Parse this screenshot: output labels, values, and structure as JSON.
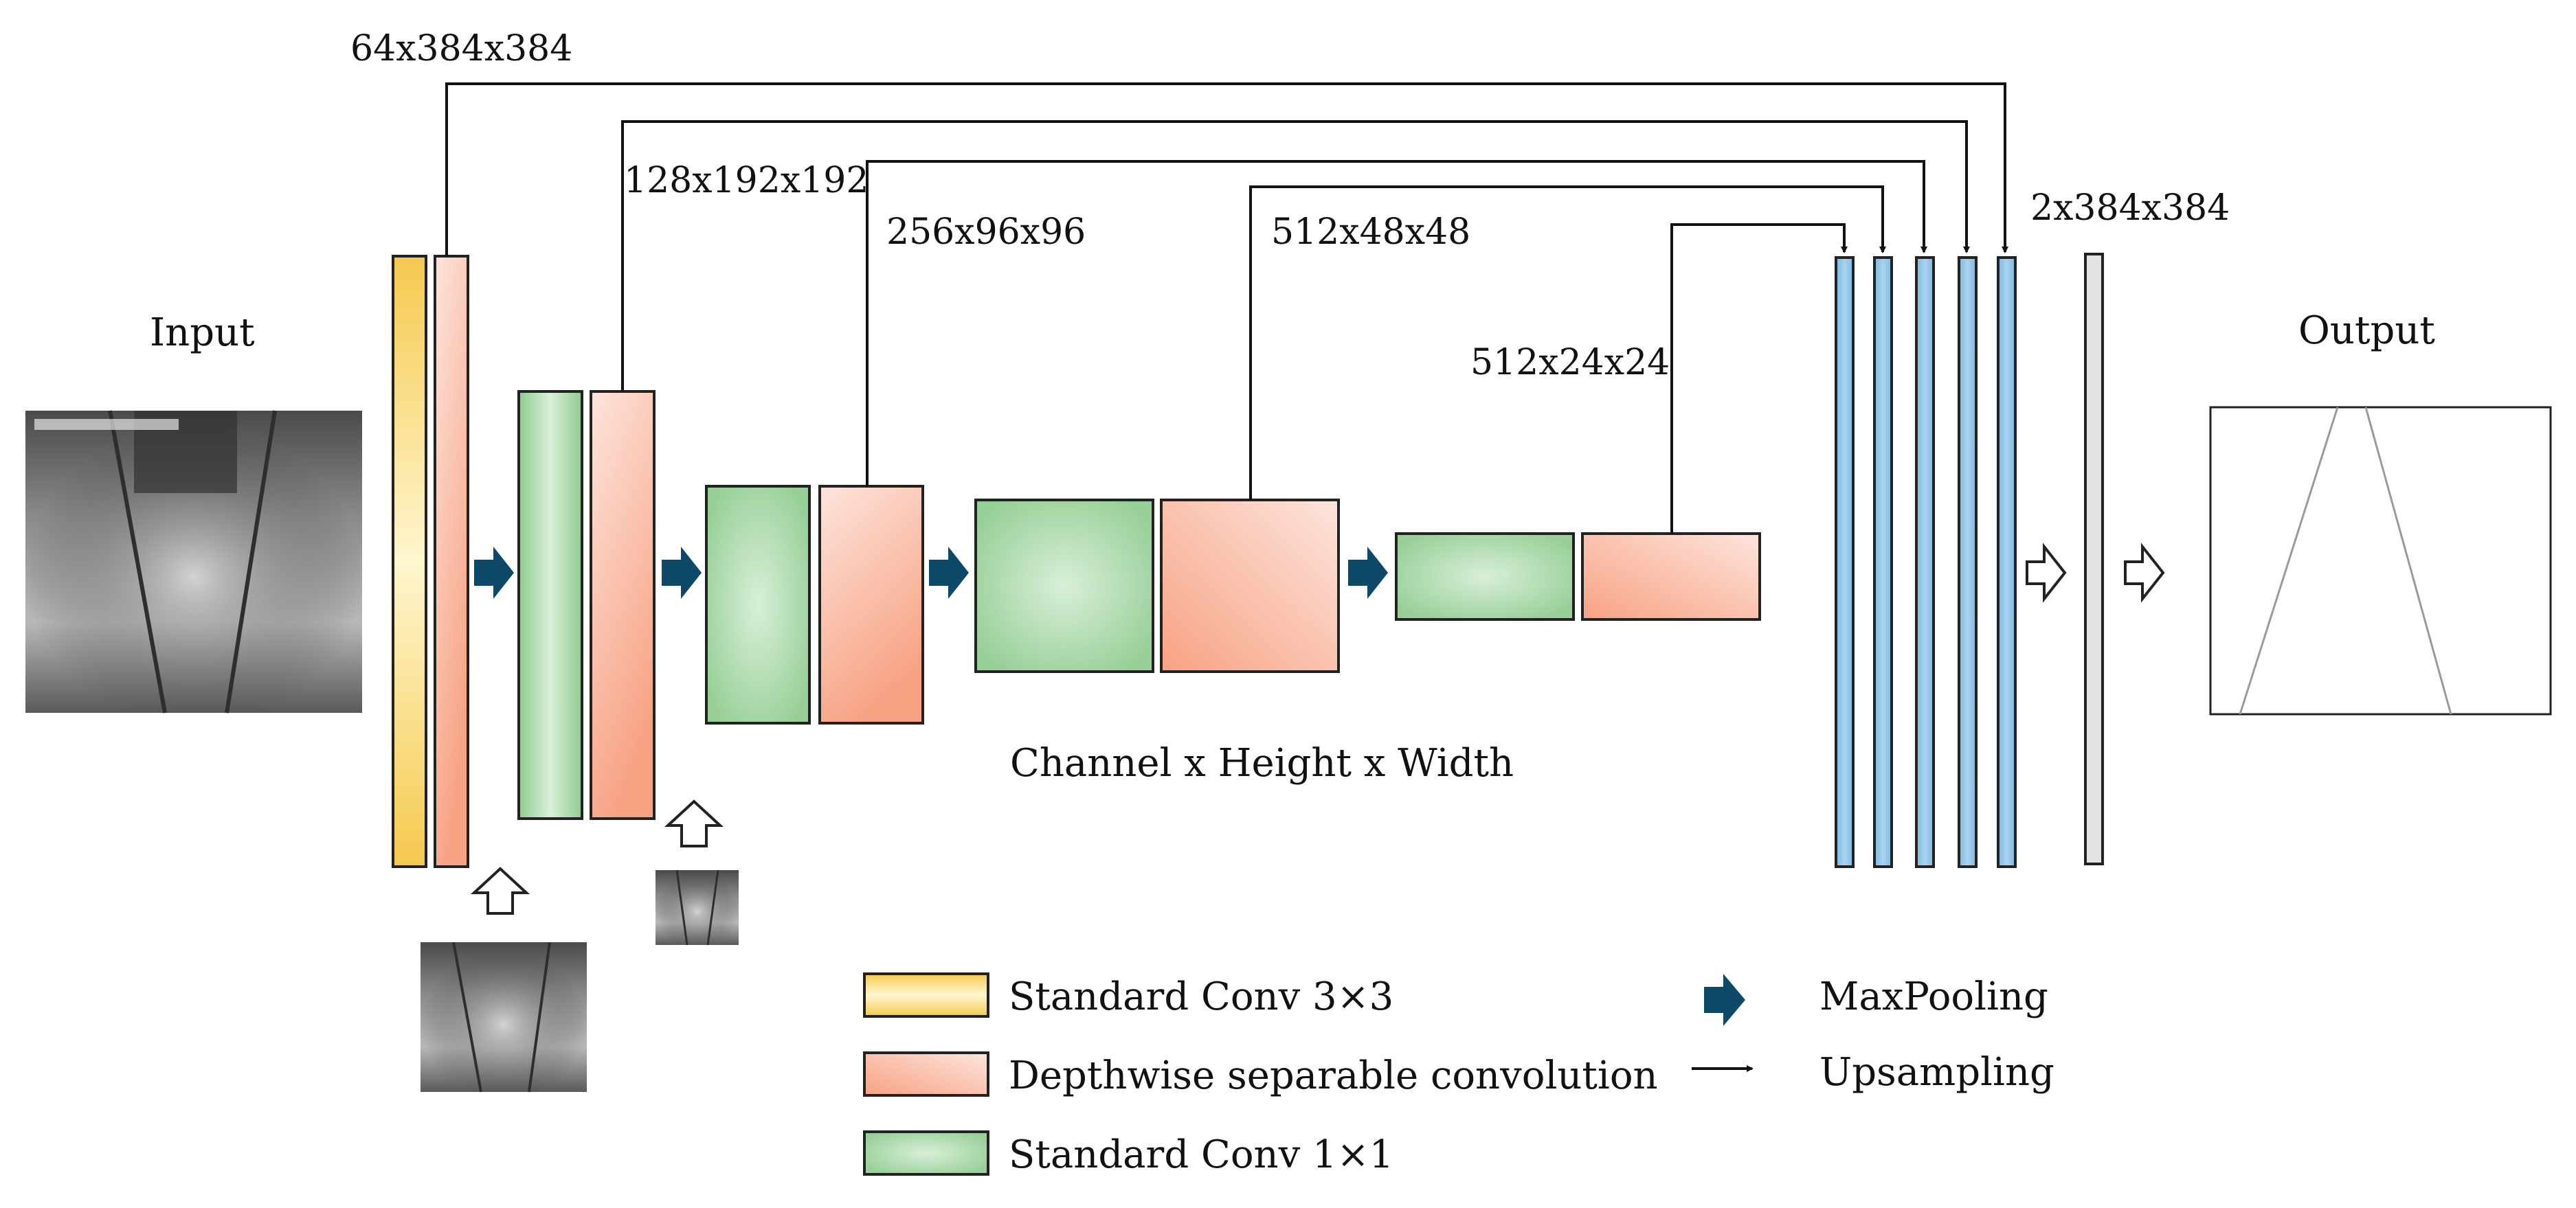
{
  "labels": {
    "input_title": "Input",
    "output_title": "Output",
    "axis_note": "Channel x Height x Width"
  },
  "dims": {
    "d1": "64x384x384",
    "d2": "128x192x192",
    "d3": "256x96x96",
    "d4": "512x48x48",
    "d5": "512x24x24",
    "out": "2x384x384"
  },
  "legend": {
    "std_conv3": "Standard Conv 3×3",
    "dw_conv": "Depthwise separable convolution",
    "std_conv1": "Standard Conv 1×1",
    "maxpool": "MaxPooling",
    "upsample": "Upsampling"
  },
  "colors": {
    "yellow": "#f6d36b",
    "salmon": "#f6a58c",
    "green": "#a6d8a6",
    "blue": "#8fc3e6",
    "navy": "#0d4868",
    "gray": "#dcdcdc"
  },
  "icons": {
    "maxpool_arrow": "navy-block-arrow-icon",
    "input_arrow": "outline-up-arrow-icon",
    "decoder_arrow": "outline-right-arrow-icon"
  }
}
